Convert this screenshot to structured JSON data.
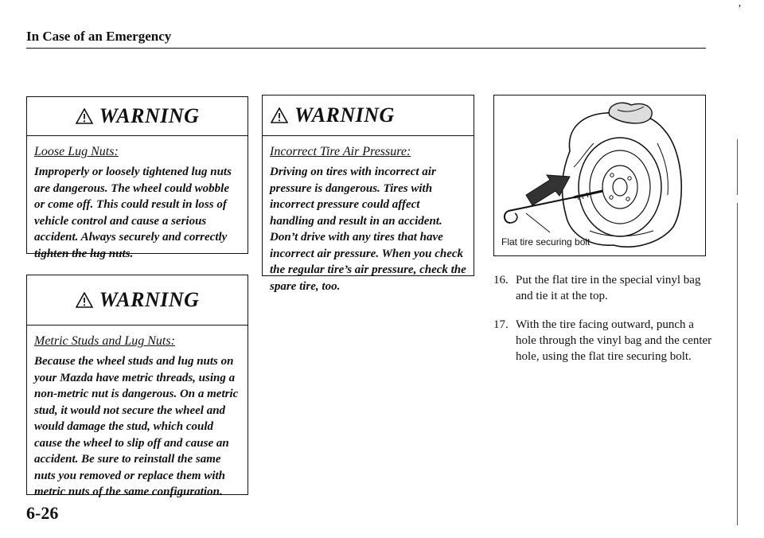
{
  "header": {
    "title": "In Case of an Emergency"
  },
  "warnings": [
    {
      "title": "WARNING",
      "subhead": "Loose Lug Nuts:",
      "text": "Improperly or loosely tightened lug nuts are dangerous. The wheel could wobble or come off. This could result in loss of vehicle control and cause a serious accident. Always securely and correctly tighten the lug nuts."
    },
    {
      "title": "WARNING",
      "subhead": "Metric Studs and Lug Nuts:",
      "text": "Because the wheel studs and lug nuts on your Mazda have metric threads, using a non-metric nut is dangerous. On a metric stud, it would not secure the wheel and would damage the stud, which could cause the wheel to slip off and cause an accident. Be sure to reinstall the same nuts you removed or replace them with metric nuts of the same configuration."
    },
    {
      "title": "WARNING",
      "subhead": "Incorrect Tire Air Pressure:",
      "text": "Driving on tires with incorrect air pressure is dangerous. Tires with incorrect pressure could affect handling and result in an accident. Don’t drive with any tires that have incorrect air pressure. When you check the regular tire’s air pressure, check the spare tire, too."
    }
  ],
  "figure": {
    "caption": "Flat tire securing bolt"
  },
  "steps": [
    {
      "number": "16.",
      "text": "Put the flat tire in the special vinyl bag and tie it at the top."
    },
    {
      "number": "17.",
      "text": "With the tire facing outward, punch a hole through the vinyl bag and the center hole, using the flat tire securing bolt."
    }
  ],
  "footer": {
    "page_number": "6-26"
  }
}
